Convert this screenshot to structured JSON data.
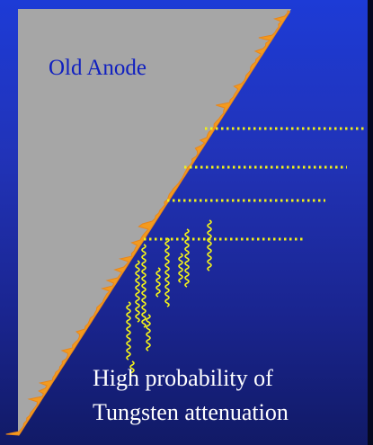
{
  "diagram": {
    "anode_label": "Old Anode",
    "caption_line1": "High probability of",
    "caption_line2": "Tungsten attenuation",
    "colors": {
      "background_top": "#1d3bd6",
      "background_bottom": "#111a66",
      "anode": "#a6a6a6",
      "surface_roughness": "#f39a1e",
      "xray_beams": "#f2f21a",
      "anode_label": "#1020c0",
      "caption": "#ffffff"
    }
  }
}
